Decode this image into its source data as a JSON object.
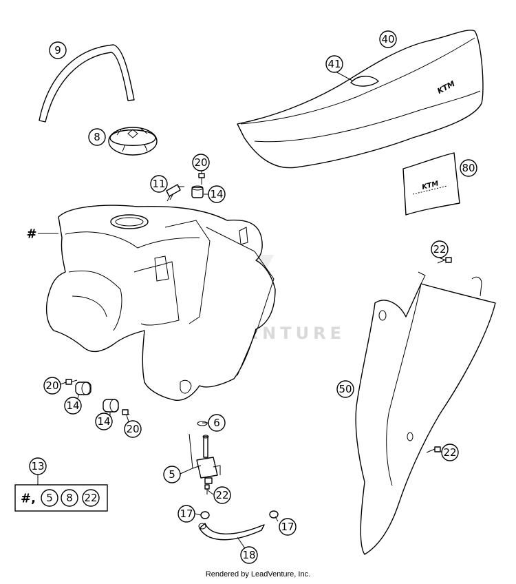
{
  "watermark": "LEADVENTURE",
  "footer": "Rendered by LeadVenture, Inc.",
  "tank_marker": "#",
  "kit": {
    "label": "#,",
    "items": [
      "5",
      "8",
      "22"
    ],
    "ref": "13"
  },
  "logo_text": "KTM",
  "callouts": [
    {
      "id": "c9",
      "label": "9"
    },
    {
      "id": "c8",
      "label": "8"
    },
    {
      "id": "c40",
      "label": "40"
    },
    {
      "id": "c41",
      "label": "41"
    },
    {
      "id": "c80",
      "label": "80"
    },
    {
      "id": "c20a",
      "label": "20"
    },
    {
      "id": "c11",
      "label": "11"
    },
    {
      "id": "c14a",
      "label": "14"
    },
    {
      "id": "c22a",
      "label": "22"
    },
    {
      "id": "c50",
      "label": "50"
    },
    {
      "id": "c22b",
      "label": "22"
    },
    {
      "id": "c20b",
      "label": "20"
    },
    {
      "id": "c14b",
      "label": "14"
    },
    {
      "id": "c14c",
      "label": "14"
    },
    {
      "id": "c20c",
      "label": "20"
    },
    {
      "id": "c6",
      "label": "6"
    },
    {
      "id": "c5",
      "label": "5"
    },
    {
      "id": "c22c",
      "label": "22"
    },
    {
      "id": "c17a",
      "label": "17"
    },
    {
      "id": "c17b",
      "label": "17"
    },
    {
      "id": "c18",
      "label": "18"
    }
  ]
}
